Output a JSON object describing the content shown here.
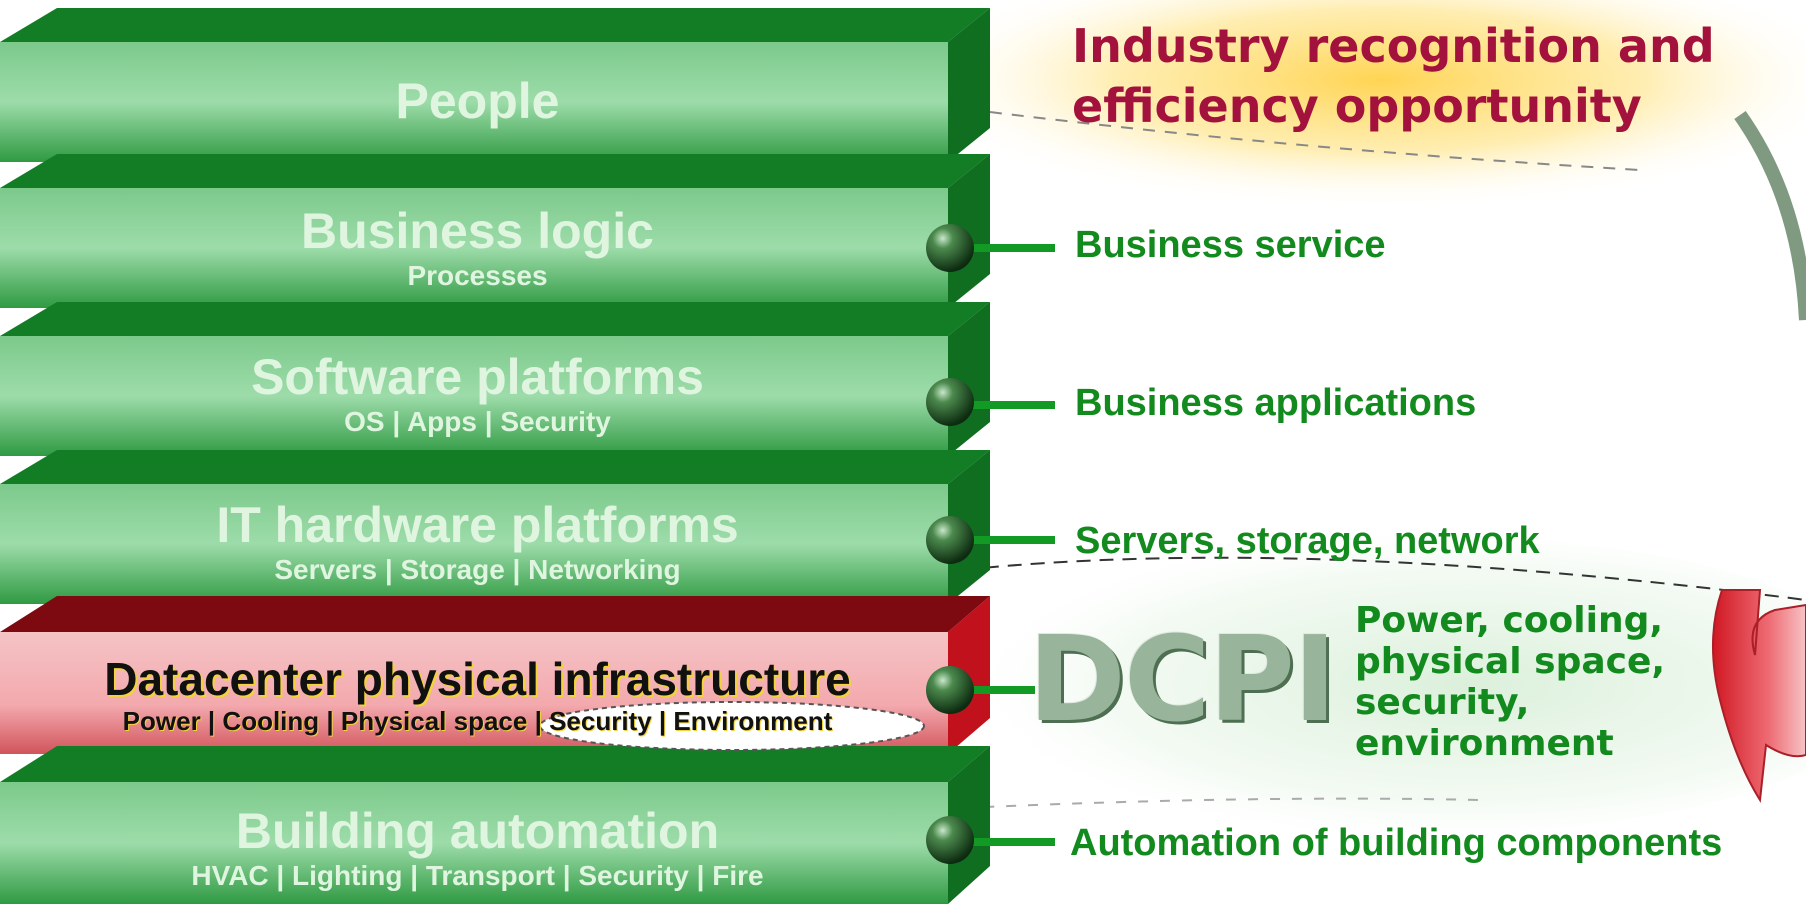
{
  "layers": [
    {
      "title": "People",
      "subtitle": ""
    },
    {
      "title": "Business logic",
      "subtitle": "Processes"
    },
    {
      "title": "Software platforms",
      "subtitle": "OS | Apps  | Security"
    },
    {
      "title": "IT hardware platforms",
      "subtitle": "Servers | Storage | Networking"
    },
    {
      "title": "Datacenter physical infrastructure",
      "subtitle": "Power | Cooling | Physical  space | Security | Environment",
      "highlighted": true
    },
    {
      "title": "Building automation",
      "subtitle": "HVAC | Lighting | Transport | Security | Fire"
    }
  ],
  "headline": {
    "line1": "Industry recognition and",
    "line2": "efficiency opportunity"
  },
  "connections": [
    {
      "label": "Business service"
    },
    {
      "label": "Business applications"
    },
    {
      "label": "Servers, storage, network"
    },
    {
      "label": "Automation of building  components"
    }
  ],
  "dcpi": {
    "acronym": "DCPI",
    "description": [
      "Power, cooling,",
      "physical space,",
      "security,",
      "environment"
    ]
  },
  "colors": {
    "layer_green": "#1f8f2f",
    "layer_face": "#8fd39b",
    "layer_red": "#c0111c",
    "layer_red_face": "#f2b0b3",
    "label_green": "#128a1e",
    "headline": "#a3123c",
    "headline_glow": "#ffd24a"
  }
}
